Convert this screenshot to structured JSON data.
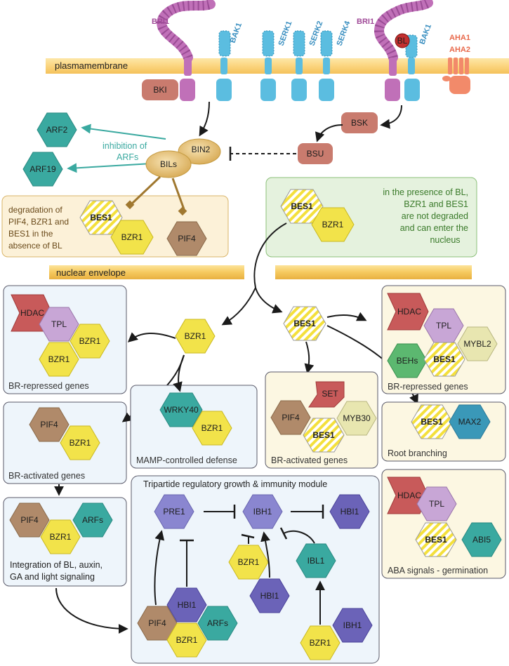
{
  "membrane": {
    "label": "plasmamembrane",
    "receptors": {
      "bri1_left": "BRI1",
      "bak1_left": "BAK1",
      "serk1": "SERK1",
      "serk2": "SERK2",
      "serk4": "SERK4",
      "bri1_right": "BRI1",
      "bak1_right": "BAK1",
      "bl": "BL",
      "aha1": "AHA1",
      "aha2": "AHA2"
    },
    "proteins": {
      "bki": "BKI",
      "bsk": "BSK",
      "bsu": "BSU"
    }
  },
  "cytoplasm": {
    "arf2": "ARF2",
    "arf19": "ARF19",
    "inhibition_line1": "inhibition of",
    "inhibition_line2": "ARFs",
    "bils": "BILs",
    "bin2": "BIN2",
    "degradation_box": {
      "lines": [
        "degradation of",
        "PIF4, BZR1 and",
        "BES1 in the",
        "absence of BL"
      ],
      "bes1": "BES1",
      "bzr1": "BZR1",
      "pif4": "PIF4"
    },
    "presence_box": {
      "lines": [
        "in the presence of BL,",
        "BZR1 and BES1",
        "are not degraded",
        "and can enter the",
        "nucleus"
      ],
      "bes1": "BES1",
      "bzr1": "BZR1"
    }
  },
  "nuclear_envelope": "nuclear envelope",
  "nucleus": {
    "bzr1_center": "BZR1",
    "bes1_center": "BES1",
    "br_repressed_left": {
      "hdac": "HDAC",
      "tpl": "TPL",
      "bzr1_a": "BZR1",
      "bzr1_b": "BZR1",
      "caption": "BR-repressed genes"
    },
    "br_activated_left": {
      "pif4": "PIF4",
      "bzr1": "BZR1",
      "caption": "BR-activated genes"
    },
    "mamp": {
      "wrky40": "WRKY40",
      "bzr1": "BZR1",
      "caption": "MAMP-controlled defense"
    },
    "integration": {
      "pif4": "PIF4",
      "bzr1": "BZR1",
      "arfs": "ARFs",
      "caption_line1": "Integration of BL, auxin,",
      "caption_line2": "GA and light signaling"
    },
    "br_activated_mid": {
      "set": "SET",
      "pif4": "PIF4",
      "myb30": "MYB30",
      "bes1": "BES1",
      "caption": "BR-activated genes"
    },
    "br_repressed_right": {
      "hdac": "HDAC",
      "tpl": "TPL",
      "mybl2": "MYBL2",
      "behs": "BEHs",
      "bes1": "BES1",
      "caption": "BR-repressed genes"
    },
    "root_branching": {
      "bes1": "BES1",
      "max2": "MAX2",
      "caption": "Root branching"
    },
    "aba": {
      "hdac": "HDAC",
      "tpl": "TPL",
      "bes1": "BES1",
      "abi5": "ABI5",
      "caption": "ABA signals - germination"
    },
    "tripartite": {
      "title": "Tripartide regulatory growth & immunity module",
      "pre1": "PRE1",
      "ibh1_top": "IBH1",
      "hbi1_top": "HBI1",
      "bzr1_mid": "BZR1",
      "hbi1_mid": "HBI1",
      "ibl1": "IBL1",
      "hbi1_low": "HBI1",
      "pif4": "PIF4",
      "bzr1_low": "BZR1",
      "arfs": "ARFs",
      "ibh1_low": "IBH1",
      "bzr1_right": "BZR1"
    }
  },
  "colors": {
    "membrane": "#fbd57f",
    "bri1": "#c070b8",
    "bak1": "#5bbde0",
    "aha": "#f28a6a",
    "bki_bsk_bsu": "#c97b6e",
    "teal": "#3aa9a0",
    "tan": "#d8b36a",
    "bzr1_yellow": "#f2e34a",
    "pif4_brown": "#b08a6a",
    "purple_hbi": "#6b63b8",
    "lavender_pre": "#8a86d0",
    "blue_box": "#eef5fb",
    "yellow_box": "#fcf7e2",
    "green_box": "#e5f2de"
  }
}
